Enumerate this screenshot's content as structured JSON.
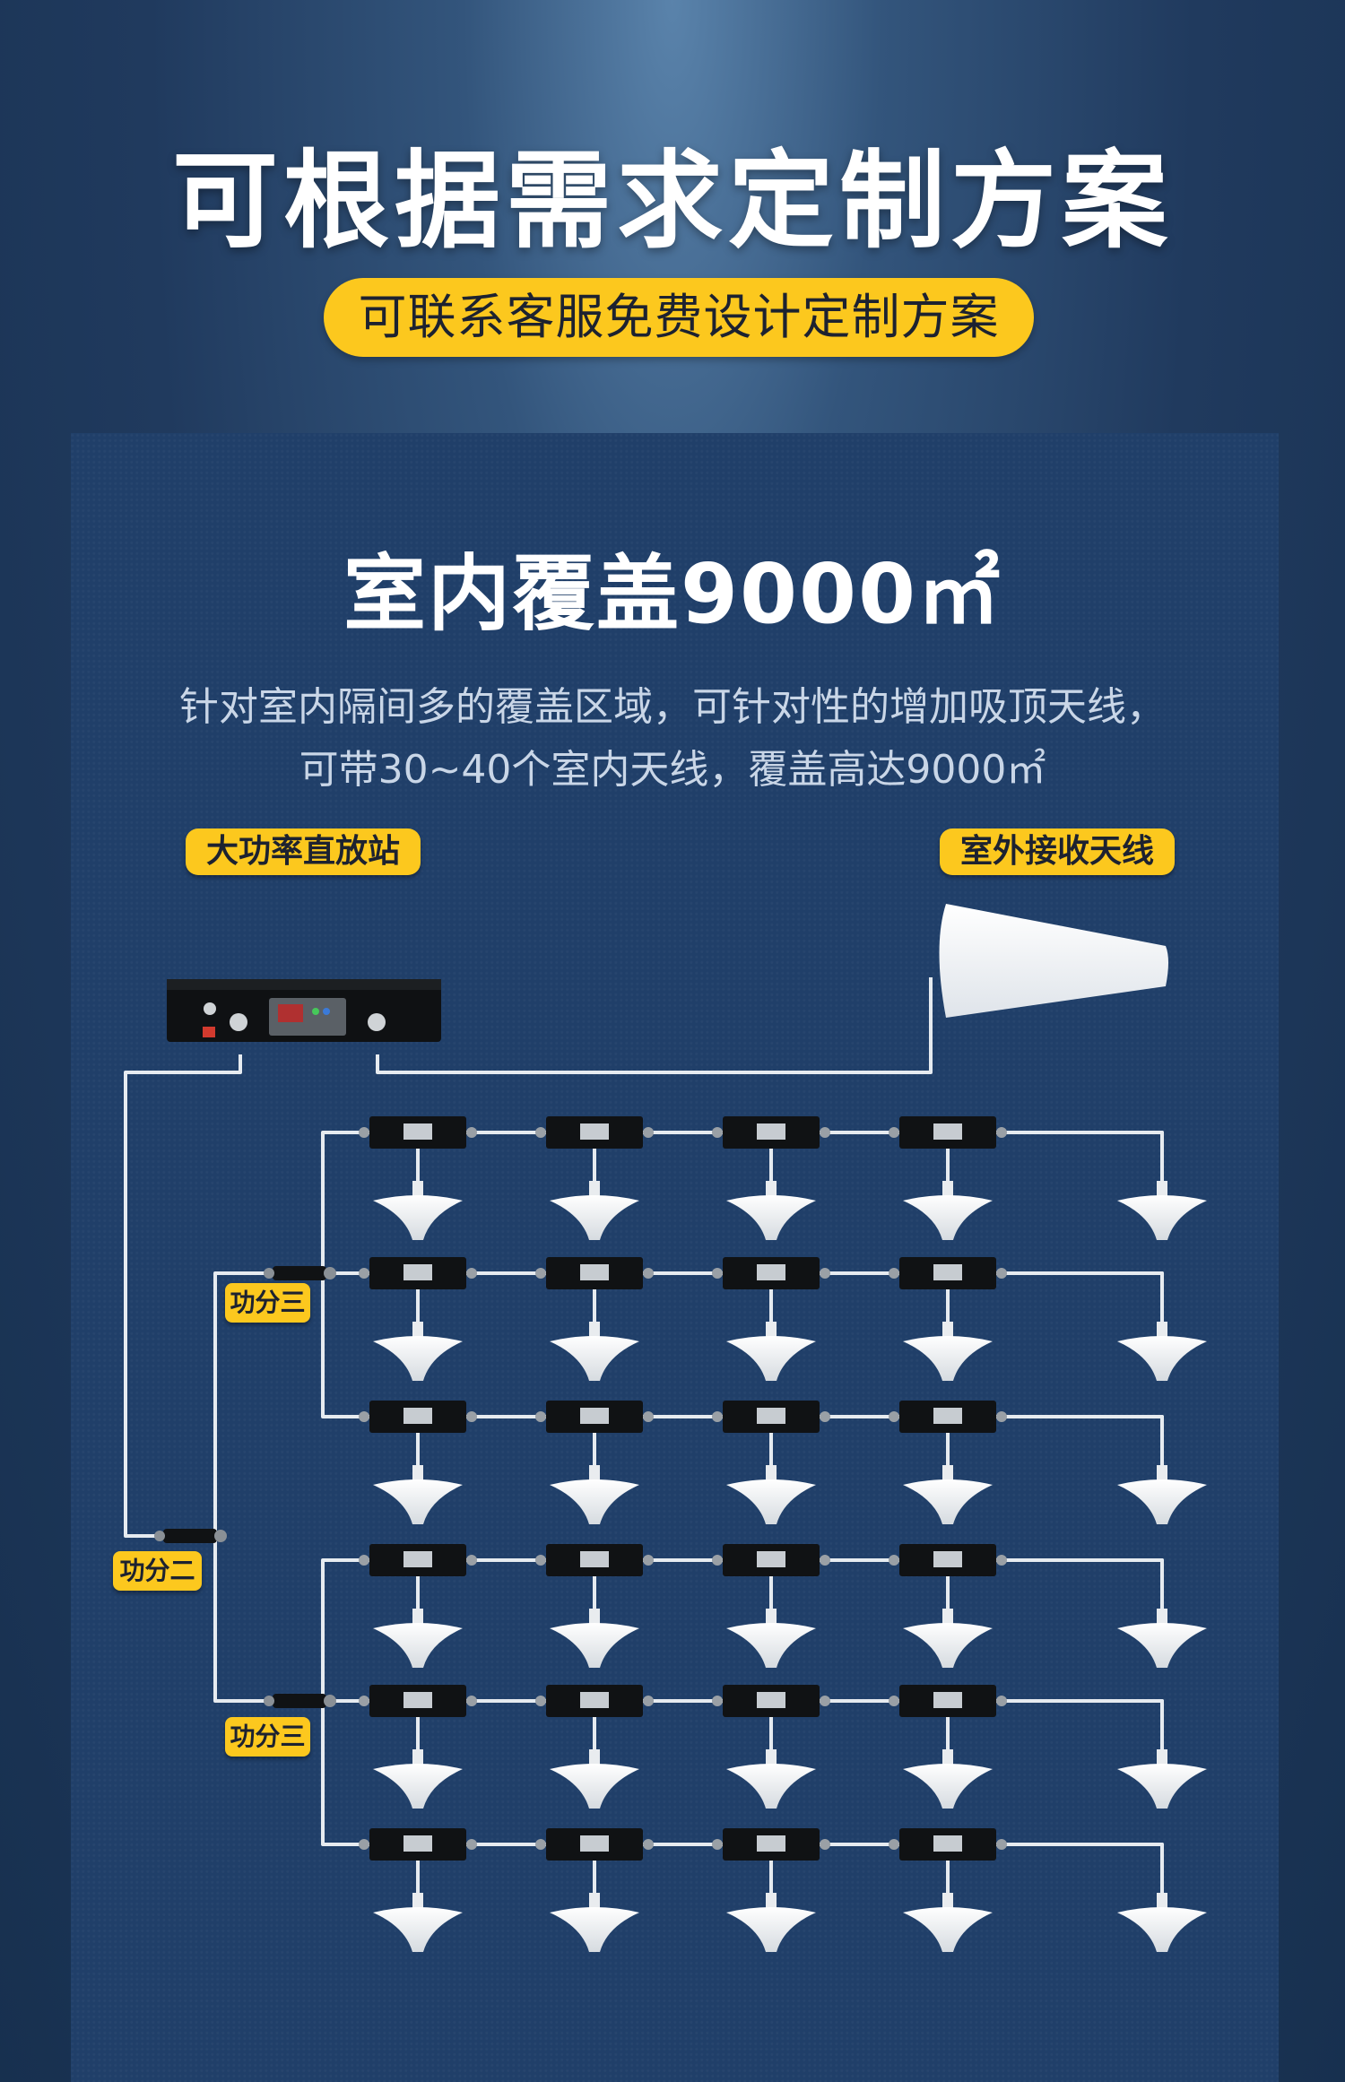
{
  "header": {
    "title": "可根据需求定制方案",
    "pill": "可联系客服免费设计定制方案"
  },
  "panel": {
    "subtitle": "室内覆盖9000㎡",
    "desc_line1": "针对室内隔间多的覆盖区域，可针对性的增加吸顶天线，",
    "desc_line2": "可带30~40个室内天线，覆盖高达9000㎡"
  },
  "diagram": {
    "repeater_label": "大功率直放站",
    "outdoor_antenna_label": "室外接收天线",
    "splitter2_label": "功分二",
    "splitter3_label_top": "功分三",
    "splitter3_label_bottom": "功分三",
    "rows": 6,
    "couplers_per_row": 4,
    "antennas_per_row": 5,
    "colors": {
      "cable": "#e6ebf0",
      "device": "#101214",
      "antenna": "#f4f6f8",
      "tag": "#fcc81e"
    }
  }
}
